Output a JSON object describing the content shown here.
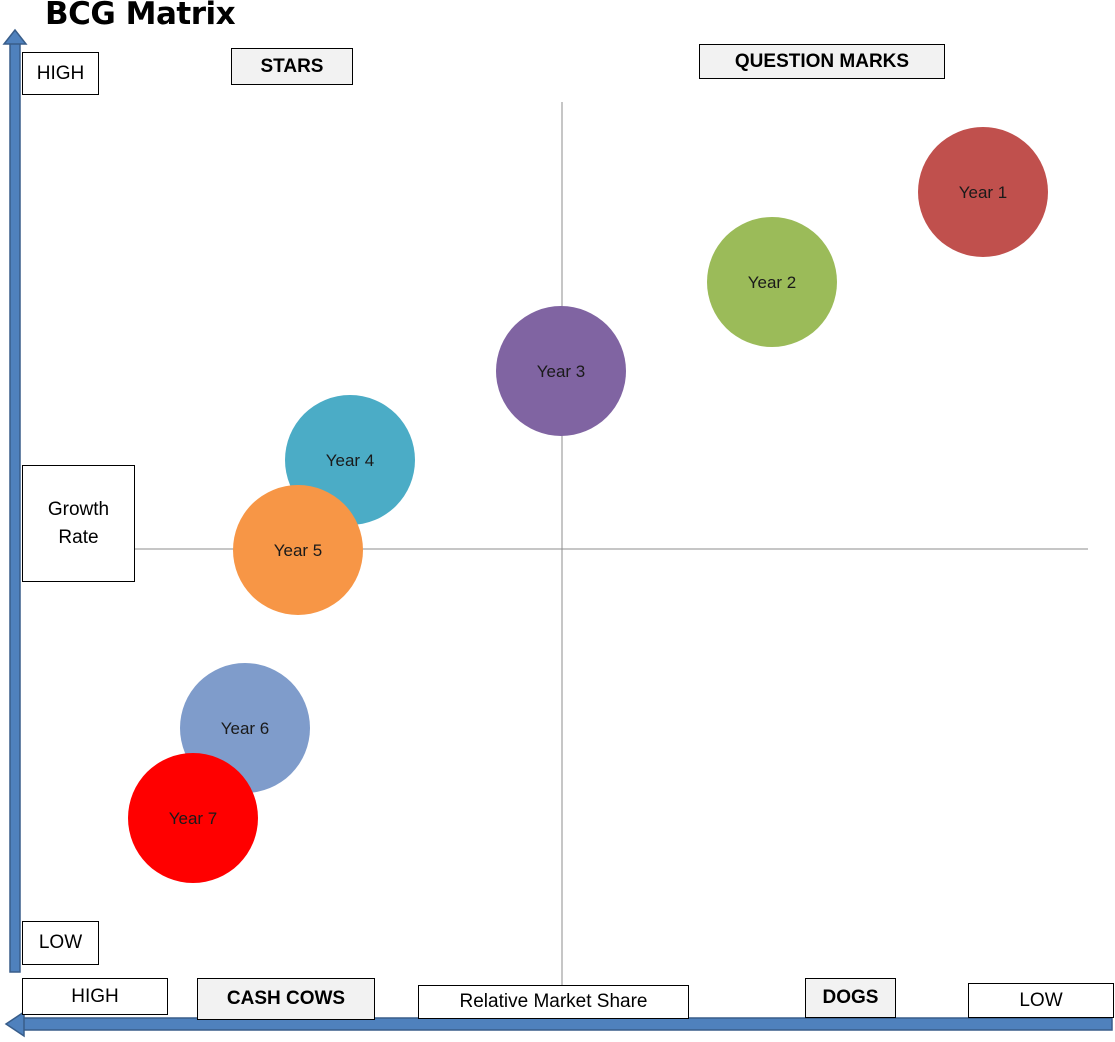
{
  "title": "BCG Matrix",
  "axes": {
    "y_high": "HIGH",
    "y_low": "LOW",
    "y_label": "Growth Rate",
    "x_high": "HIGH",
    "x_low": "LOW",
    "x_label": "Relative Market Share",
    "axis_color": "#4f81bd"
  },
  "quadrants": {
    "top_left": "STARS",
    "top_right": "QUESTION MARKS",
    "bottom_left": "CASH COWS",
    "bottom_right": "DOGS"
  },
  "bubbles": [
    {
      "label": "Year 1",
      "color": "#c0504d"
    },
    {
      "label": "Year 2",
      "color": "#9bbb59"
    },
    {
      "label": "Year 3",
      "color": "#8064a2"
    },
    {
      "label": "Year 4",
      "color": "#4bacc6"
    },
    {
      "label": "Year 5",
      "color": "#f79646"
    },
    {
      "label": "Year 6",
      "color": "#7f9ccb"
    },
    {
      "label": "Year 7",
      "color": "#ff0000"
    }
  ]
}
